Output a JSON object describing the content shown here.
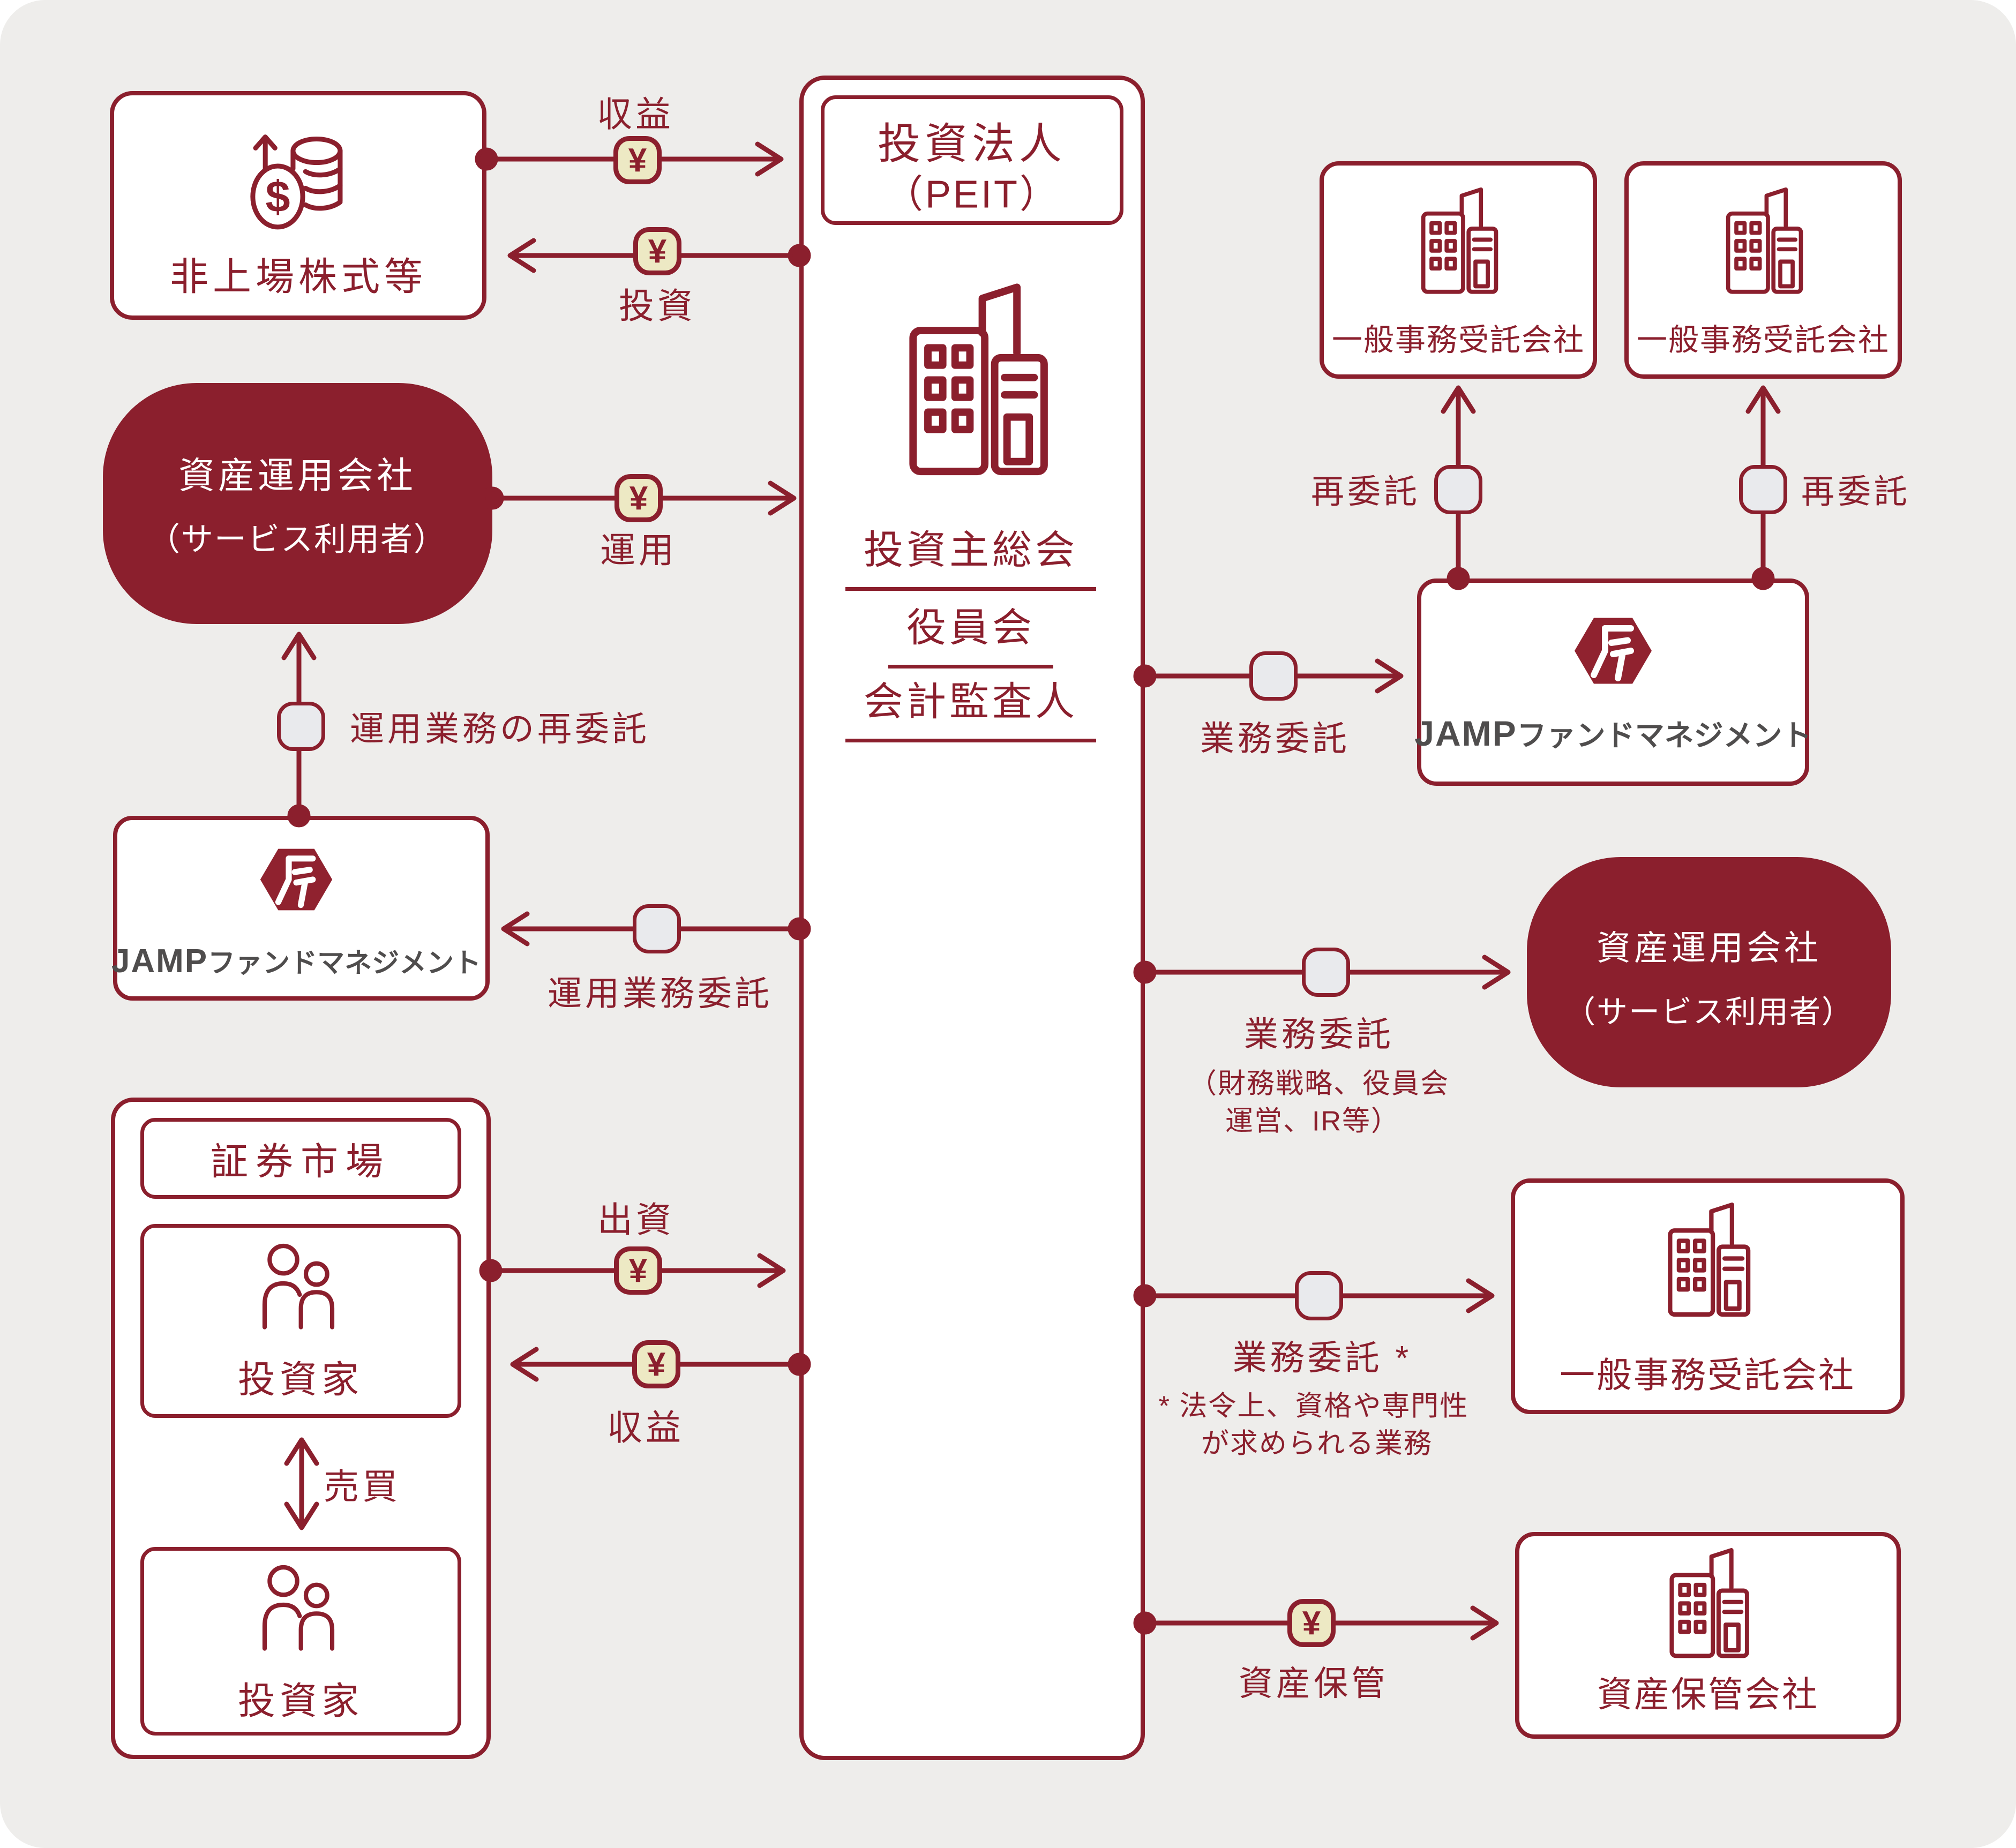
{
  "palette": {
    "background": "#EEEDEB",
    "ink_red": "#8B1F2D",
    "coin_fill": "#EDE9C4",
    "pill_fill": "#E9EAED",
    "logo_red": "#90222F",
    "wordmark_gray": "#4F4D4D"
  },
  "symbols": {
    "yen": "¥",
    "dollar": "$"
  },
  "central": {
    "title_line1": "投資法人",
    "title_line2": "（PEIT）",
    "organs": [
      {
        "label": "投資主総会"
      },
      {
        "label": "役員会"
      },
      {
        "label": "会計監査人"
      }
    ]
  },
  "left_column": {
    "unlisted_box": {
      "label": "非上場株式等"
    },
    "asset_manager_box": {
      "line1": "資産運用会社",
      "line2": "（サービス利用者）"
    },
    "jamp_box": {
      "brand": "JAMP",
      "brand_suffix": "ファンドマネジメント"
    },
    "market_box": {
      "title": "証券市場",
      "investor_top": "投資家",
      "investor_bottom": "投資家"
    }
  },
  "right_column": {
    "admin_box_1": {
      "label": "一般事務受託会社"
    },
    "admin_box_2": {
      "label": "一般事務受託会社"
    },
    "jamp_box": {
      "brand": "JAMP",
      "brand_suffix": "ファンドマネジメント"
    },
    "asset_manager_box": {
      "line1": "資産運用会社",
      "line2": "（サービス利用者）"
    },
    "admin_box_3": {
      "label": "一般事務受託会社"
    },
    "custody_box": {
      "label": "資産保管会社"
    }
  },
  "flows": {
    "revenue_top": {
      "label": "収益"
    },
    "invest_top": {
      "label": "投資"
    },
    "manage": {
      "label": "運用"
    },
    "re_entrust_mgmt": {
      "label": "運用業務の再委託"
    },
    "mgmt_entrust": {
      "label": "運用業務委託"
    },
    "trade": {
      "label": "売買"
    },
    "contribution": {
      "label": "出資"
    },
    "revenue_bottom": {
      "label": "収益"
    },
    "entrust_jamp": {
      "label": "業務委託"
    },
    "re_entrust_left": {
      "label": "再委託"
    },
    "re_entrust_right": {
      "label": "再委託"
    },
    "entrust_finance": {
      "label": "業務委託",
      "note_line1": "（財務戦略、役員会",
      "note_line2": "運営、IR等）"
    },
    "entrust_licensed": {
      "label": "業務委託 *",
      "note_line1": "* 法令上、資格や専門性",
      "note_line2": "が求められる業務"
    },
    "custody": {
      "label": "資産保管"
    }
  }
}
